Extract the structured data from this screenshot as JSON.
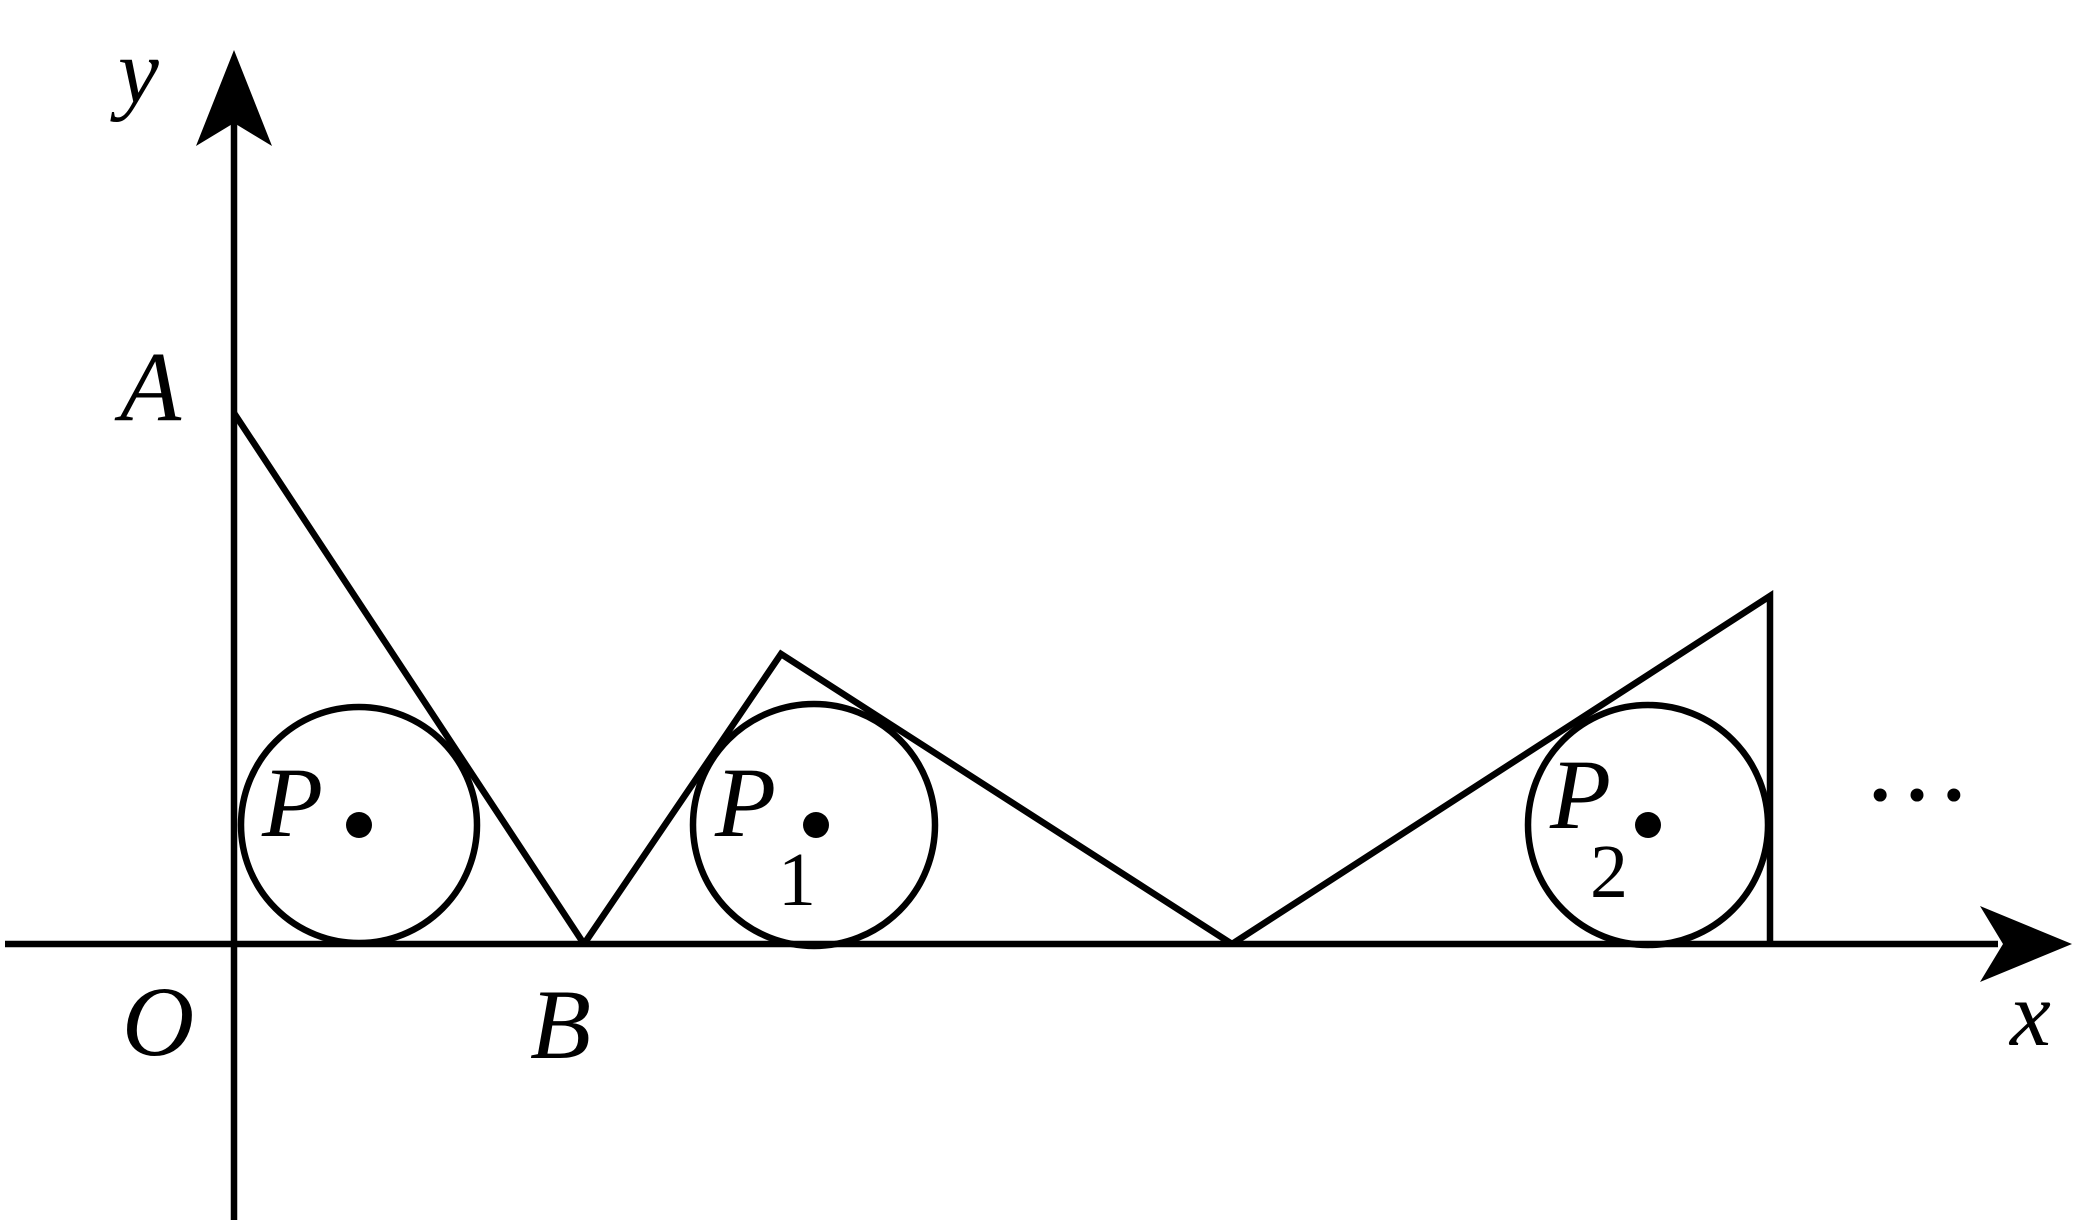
{
  "axes": {
    "x_label": "x",
    "y_label": "y",
    "origin_label": "O"
  },
  "points": {
    "A": "A",
    "B": "B"
  },
  "circles": [
    {
      "label": "P",
      "subscript": ""
    },
    {
      "label": "P",
      "subscript": "1"
    },
    {
      "label": "P",
      "subscript": "2"
    }
  ],
  "continuation": "…"
}
